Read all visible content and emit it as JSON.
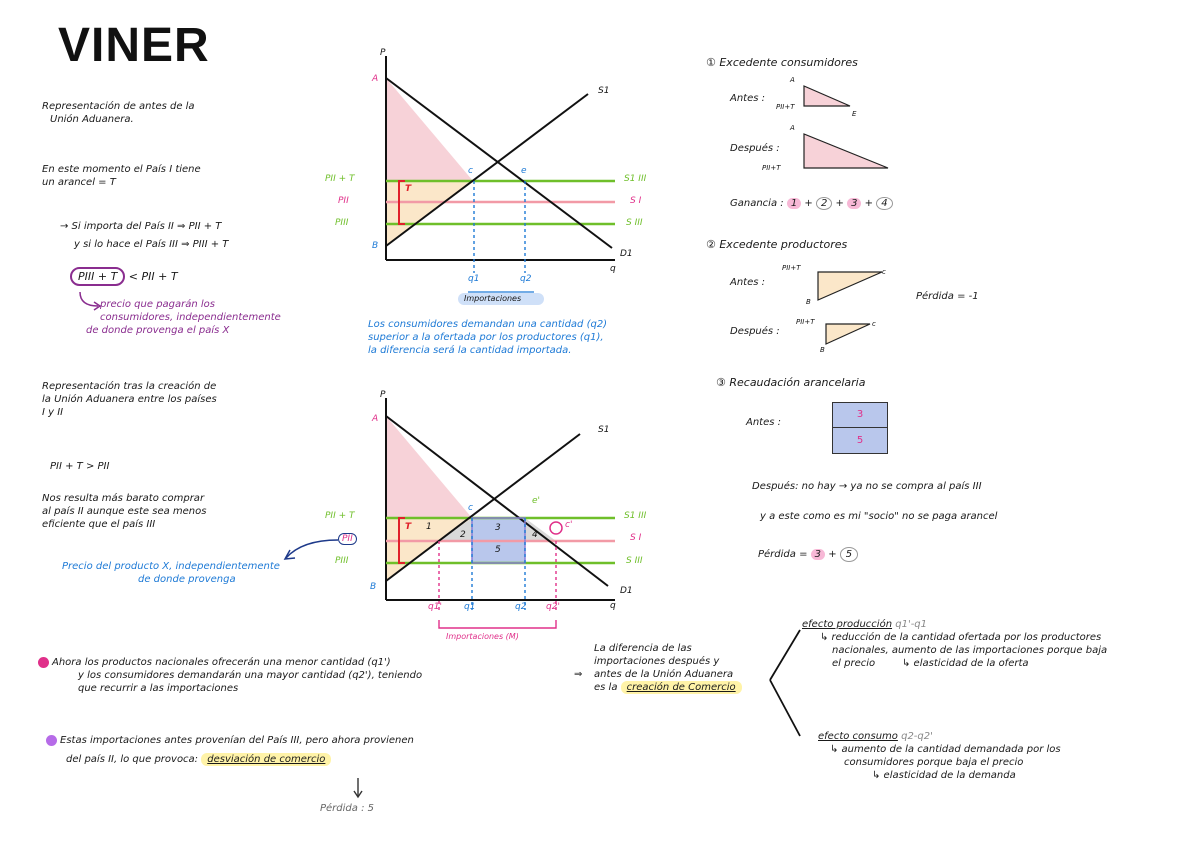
{
  "title": "VINER",
  "left": {
    "intro": [
      "Representación de antes de la",
      "Unión Aduanera."
    ],
    "situation": [
      "En este momento el País I tiene",
      "un arancel = T"
    ],
    "import_II": "→ Si importa del País II ⇒ PII + T",
    "import_III": "y si lo hace el País III ⇒ PIII + T",
    "inequality_a": "PIII + T",
    "inequality_b": "< PII + T",
    "purple_note": [
      "precio que pagarán los",
      "consumidores, independientemente",
      "de donde provenga el país X"
    ],
    "after": [
      "Representación tras la creación de",
      "la Unión Aduanera entre los países",
      "I y II"
    ],
    "ineq2": "PII + T > PII",
    "explain": [
      "Nos resulta más barato comprar",
      "al país II aunque este sea menos",
      "eficiente que el país III"
    ],
    "blue_note": [
      "Precio del producto X, independientemente",
      "de donde provenga"
    ]
  },
  "graph1": {
    "P": "P",
    "A": "A",
    "B": "B",
    "S1": "S1",
    "D1": "D1",
    "q": "q",
    "c": "c",
    "e": "e",
    "T": "T",
    "pL1": "PII + T",
    "pL2": "PII",
    "pL3": "PIII",
    "pR1": "S1 III",
    "pR2": "S I",
    "pR3": "S III",
    "q1": "q1",
    "q2": "q2",
    "imports": "Importaciones",
    "note": [
      "Los consumidores demandan una cantidad (q2)",
      "superior a la ofertada por los productores (q1),",
      "la diferencia será la cantidad importada."
    ]
  },
  "graph2": {
    "P": "P",
    "A": "A",
    "B": "B",
    "S1": "S1",
    "D1": "D1",
    "q": "q",
    "c": "c",
    "e1": "e'",
    "T": "T",
    "pL1": "PII + T",
    "pL2": "PII",
    "pL3": "PIII",
    "pR1": "S1 III",
    "pR2": "S I",
    "pR3": "S III",
    "regions": [
      "1",
      "2",
      "3",
      "4",
      "5"
    ],
    "c1": "c'",
    "q1p": "q1'",
    "q1": "q1",
    "q2": "q2",
    "q2p": "q2'",
    "imports": "Importaciones (M)"
  },
  "right": {
    "s1_title": "① Excedente consumidores",
    "antes": "Antes :",
    "despues": "Después :",
    "A": "A",
    "E": "E",
    "Pt": "PII+T",
    "ganancia": "Ganancia :",
    "g_terms": [
      "1",
      "2",
      "3",
      "4"
    ],
    "s2_title": "② Excedente productores",
    "antes2": "Antes :",
    "despues2": "Después :",
    "c": "c",
    "B": "B",
    "perdida": "Pérdida = -1",
    "s3_title": "③ Recaudación arancelaria",
    "antes3": "Antes :",
    "box_top": "3",
    "box_bottom": "5",
    "desp3": "Después: no hay → ya no se compra al país III",
    "desp3b": "y a este como es mi \"socio\" no se paga arancel",
    "perdida2": "Pérdida =",
    "p2_terms": [
      "3",
      "5"
    ]
  },
  "bottom": {
    "b1": [
      "Ahora los productos nacionales ofrecerán una menor cantidad (q1')",
      "y los consumidores demandarán una mayor cantidad (q2'), teniendo",
      "que recurrir a las importaciones"
    ],
    "b2a": "Estas importaciones antes provenían del País III, pero ahora provienen",
    "b2b": "del país II, lo que provoca:",
    "desviacion": "desviación de comercio",
    "perdida": "Pérdida : 5",
    "mid": [
      "La diferencia de las",
      "importaciones después y",
      "antes de la Unión Aduanera",
      "es la"
    ],
    "creacion": "creación de Comercio",
    "ep_title": "efecto producción",
    "ep_q": "q1'-q1",
    "ep_text": [
      "↳ reducción de la cantidad ofertada por los productores",
      "nacionales, aumento de las importaciones porque baja",
      "el precio"
    ],
    "ep_elast": "↳ elasticidad de la oferta",
    "ec_title": "efecto consumo",
    "ec_q": "q2-q2'",
    "ec_text": [
      "↳ aumento de la cantidad demandada por los",
      "consumidores porque baja el precio"
    ],
    "ec_elast": "↳ elasticidad de la demanda"
  },
  "colors": {
    "green": "#6fbf2a",
    "pink": "#f29aa6",
    "red": "#e0202a",
    "blue": "#1e7ad6",
    "purple": "#8a2d8f",
    "magenta": "#e0308a",
    "consumer_fill": "#f7d2d8",
    "producer_fill": "#fbe7c9",
    "tariff_fill": "#b9c7ec"
  }
}
